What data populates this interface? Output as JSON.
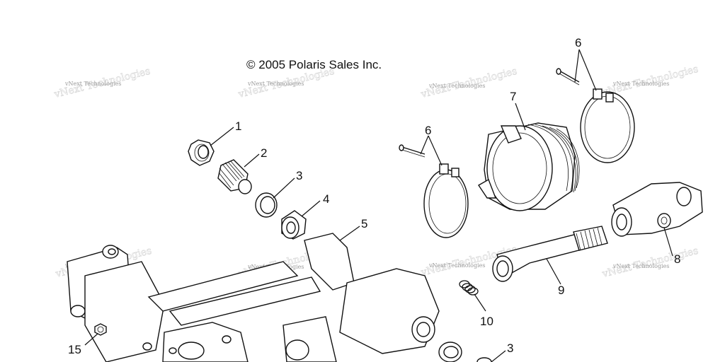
{
  "copyright": "© 2005 Polaris Sales Inc.",
  "watermark": "vNext Technologies",
  "callouts": [
    "1",
    "2",
    "3",
    "4",
    "5",
    "6",
    "6",
    "7",
    "8",
    "9",
    "10",
    "15",
    "3"
  ]
}
